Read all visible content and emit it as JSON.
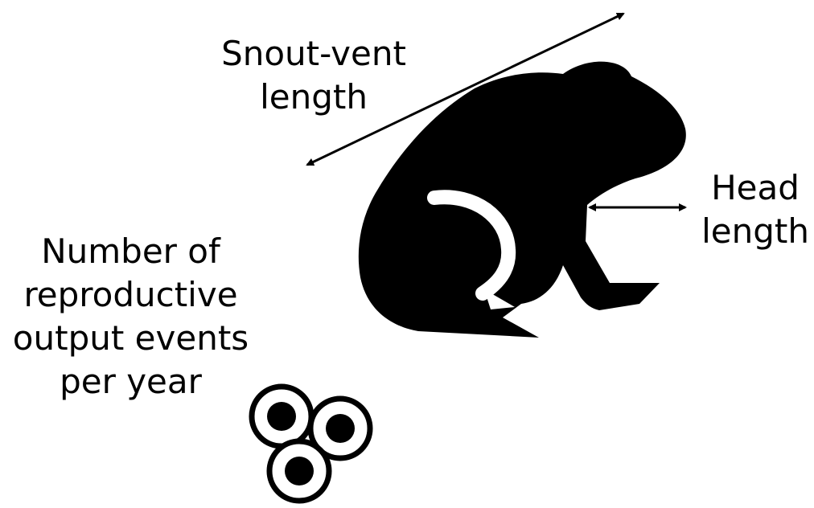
{
  "labels": {
    "snout_vent": [
      "Snout-vent",
      "length"
    ],
    "head_length": [
      "Head",
      "length"
    ],
    "reproductive_output": [
      "Number of",
      "reproductive",
      "output events",
      "per year"
    ]
  },
  "colors": {
    "silhouette": "#000000",
    "background": "#ffffff",
    "text": "#000000"
  },
  "icons": {
    "animal": "frog-silhouette-icon",
    "eggs": "egg-cluster-icon"
  }
}
